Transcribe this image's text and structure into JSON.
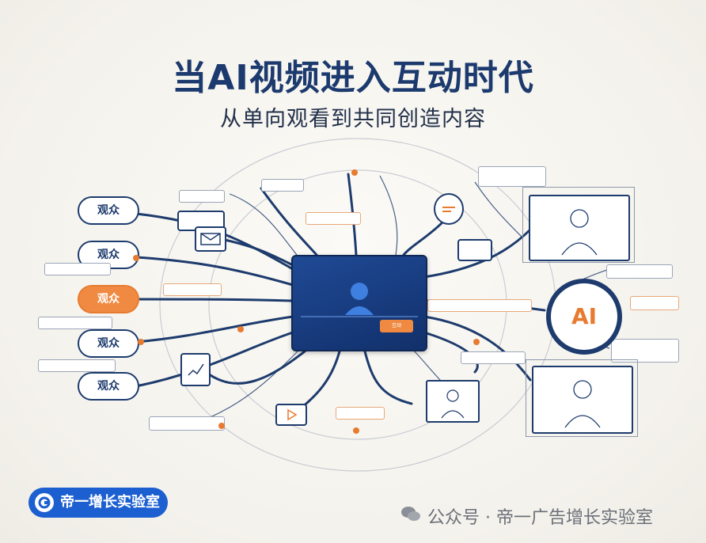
{
  "title": "当AI视频进入互动时代",
  "subtitle": "从单向观看到共同创造内容",
  "audience_bubbles": [
    {
      "label": "观众",
      "active": false
    },
    {
      "label": "观众",
      "active": false
    },
    {
      "label": "观众",
      "active": true
    },
    {
      "label": "观众",
      "active": false
    },
    {
      "label": "观众",
      "active": false
    }
  ],
  "center_button_label": "互动",
  "ai_label": "AI",
  "brand": {
    "name": "帝一增长实验室",
    "accent": "#1b5fd0"
  },
  "watermark": "公众号 · 帝一广告增长实验室",
  "colors": {
    "navy": "#1d3b6d",
    "orange": "#f08a42",
    "background": "#f7f6f1"
  }
}
